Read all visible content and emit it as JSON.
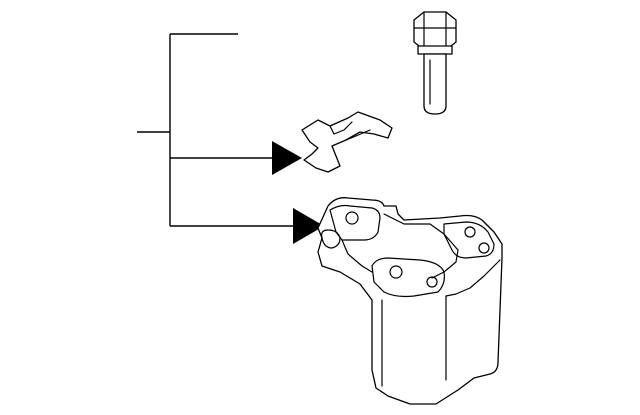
{
  "diagram": {
    "parts": [
      {
        "name": "bolt"
      },
      {
        "name": "clip"
      },
      {
        "name": "mount-bracket"
      }
    ],
    "callout": {
      "label": ""
    },
    "colors": {
      "stroke": "#000000",
      "background": "#ffffff"
    }
  }
}
